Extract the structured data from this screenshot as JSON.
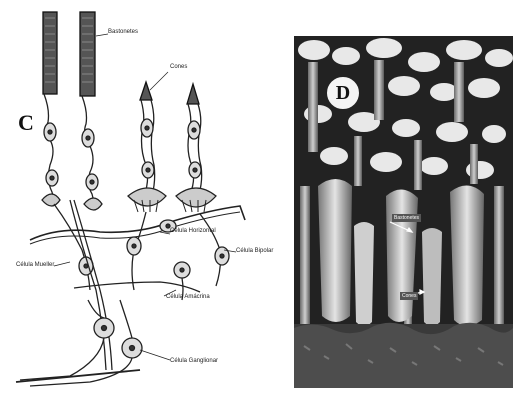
{
  "panel_c": {
    "letter": "C",
    "labels": {
      "rods": "Bastonetes",
      "cones": "Cones",
      "horizontal_cell": "Célula Horizontal",
      "mueller_cell": "Célula Mueller",
      "bipolar_cell": "Célula Bipolar",
      "amacrine_cell": "Célula Amácrina",
      "ganglion_cell": "Célula Ganglionar"
    }
  },
  "panel_d": {
    "letter": "D",
    "labels": {
      "rods": "Bastonetes",
      "cones": "Cones"
    }
  }
}
